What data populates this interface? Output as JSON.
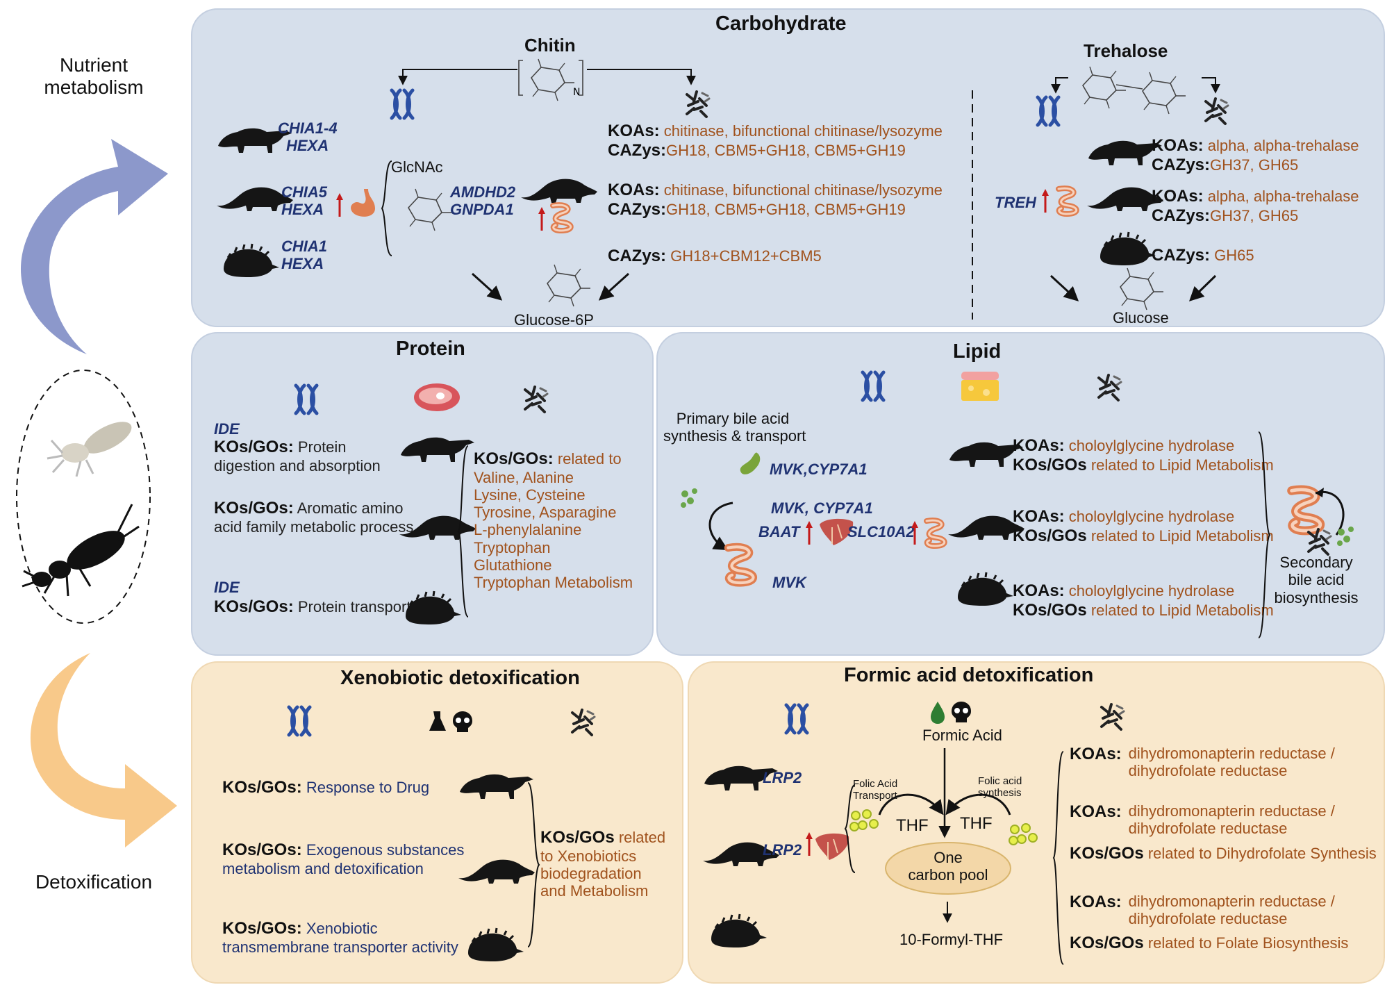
{
  "side": {
    "nutrient": [
      "Nutrient",
      "metabolism"
    ],
    "detox": "Detoxification"
  },
  "carb": {
    "title": "Carbohydrate",
    "chitin": "Chitin",
    "trehalose": "Trehalose",
    "glcnac": "GlcNAc",
    "glucose6p": "Glucose-6P",
    "glucose": "Glucose",
    "genes": [
      "CHIA1-4",
      "HEXA",
      "CHIA5",
      "HEXA",
      "CHIA1",
      "HEXA"
    ],
    "genes_right": [
      "AMDHD2",
      "GNPDA1"
    ],
    "treh": "TREH",
    "koas_label": "KOAs:",
    "cazys_label": "CAZys:",
    "chitin_rows": [
      {
        "koas": "chitinase, bifunctional chitinase/lysozyme",
        "cazys": "GH18, CBM5+GH18, CBM5+GH19"
      },
      {
        "koas": "chitinase, bifunctional chitinase/lysozyme",
        "cazys": "GH18, CBM5+GH18, CBM5+GH19"
      },
      {
        "cazys": "GH18+CBM12+CBM5"
      }
    ],
    "treh_rows": [
      {
        "koas": "alpha, alpha-trehalase",
        "cazys": "GH37, GH65"
      },
      {
        "koas": "alpha, alpha-trehalase",
        "cazys": "GH37, GH65"
      },
      {
        "cazys": "GH65"
      }
    ]
  },
  "protein": {
    "title": "Protein",
    "ide": "IDE",
    "kg_label": "KOs/GOs:",
    "rows": [
      {
        "gene": "IDE",
        "text1": "Protein",
        "text2": "digestion and absorption"
      },
      {
        "text1": "Aromatic amino",
        "text2": "acid family metabolic process"
      },
      {
        "gene": "IDE",
        "text1": "Protein transport"
      }
    ],
    "related": "related to",
    "list": [
      "Valine, Alanine",
      "Lysine, Cysteine",
      "Tyrosine, Asparagine",
      "L-phenylalanine",
      "Tryptophan",
      "Glutathione",
      "Tryptophan Metabolism"
    ]
  },
  "lipid": {
    "title": "Lipid",
    "primary": [
      "Primary bile acid",
      "synthesis & transport"
    ],
    "genes": {
      "a": "MVK,CYP7A1",
      "b": "MVK, CYP7A1",
      "baat": "BAAT",
      "slc": "SLC10A2",
      "mvk": "MVK"
    },
    "koas_label": "KOAs:",
    "kg_label": "KOs/GOs",
    "koas": "choloylglycine hydrolase",
    "kg": "related to Lipid Metabolism",
    "secondary": [
      "Secondary",
      "bile acid",
      "biosynthesis"
    ]
  },
  "xeno": {
    "title": "Xenobiotic detoxification",
    "kg_label": "KOs/GOs:",
    "rows": [
      {
        "text1": "Response to Drug"
      },
      {
        "text1": "Exogenous substances",
        "text2": "metabolism and detoxification"
      },
      {
        "text1": "Xenobiotic",
        "text2": "transmembrane transporter activity"
      }
    ],
    "right": [
      "KOs/GOs",
      "related",
      "to Xenobiotics",
      "biodegradation",
      "and Metabolism"
    ]
  },
  "formic": {
    "title": "Formic acid detoxification",
    "formic_acid": "Formic Acid",
    "lrp2": "LRP2",
    "folic_transport": [
      "Folic Acid",
      "Transport"
    ],
    "folic_synth": [
      "Folic acid",
      "synthesis"
    ],
    "thf": "THF",
    "pool": [
      "One",
      "carbon pool"
    ],
    "product": "10-Formyl-THF",
    "koas_label": "KOAs:",
    "kg_label": "KOs/GOs",
    "koas": [
      "dihydromonapterin reductase /",
      "dihydrofolate reductase"
    ],
    "kg1": "related to Dihydrofolate Synthesis",
    "kg2": "related to Folate Biosynthesis"
  },
  "colors": {
    "panel_blue": "#d6dfeb",
    "panel_cream": "#f9e8cc",
    "accent_orange": "#a0521d",
    "gene_navy": "#1f3272",
    "arrow_blue": "#8c98cb",
    "arrow_orange": "#f8c98a"
  }
}
